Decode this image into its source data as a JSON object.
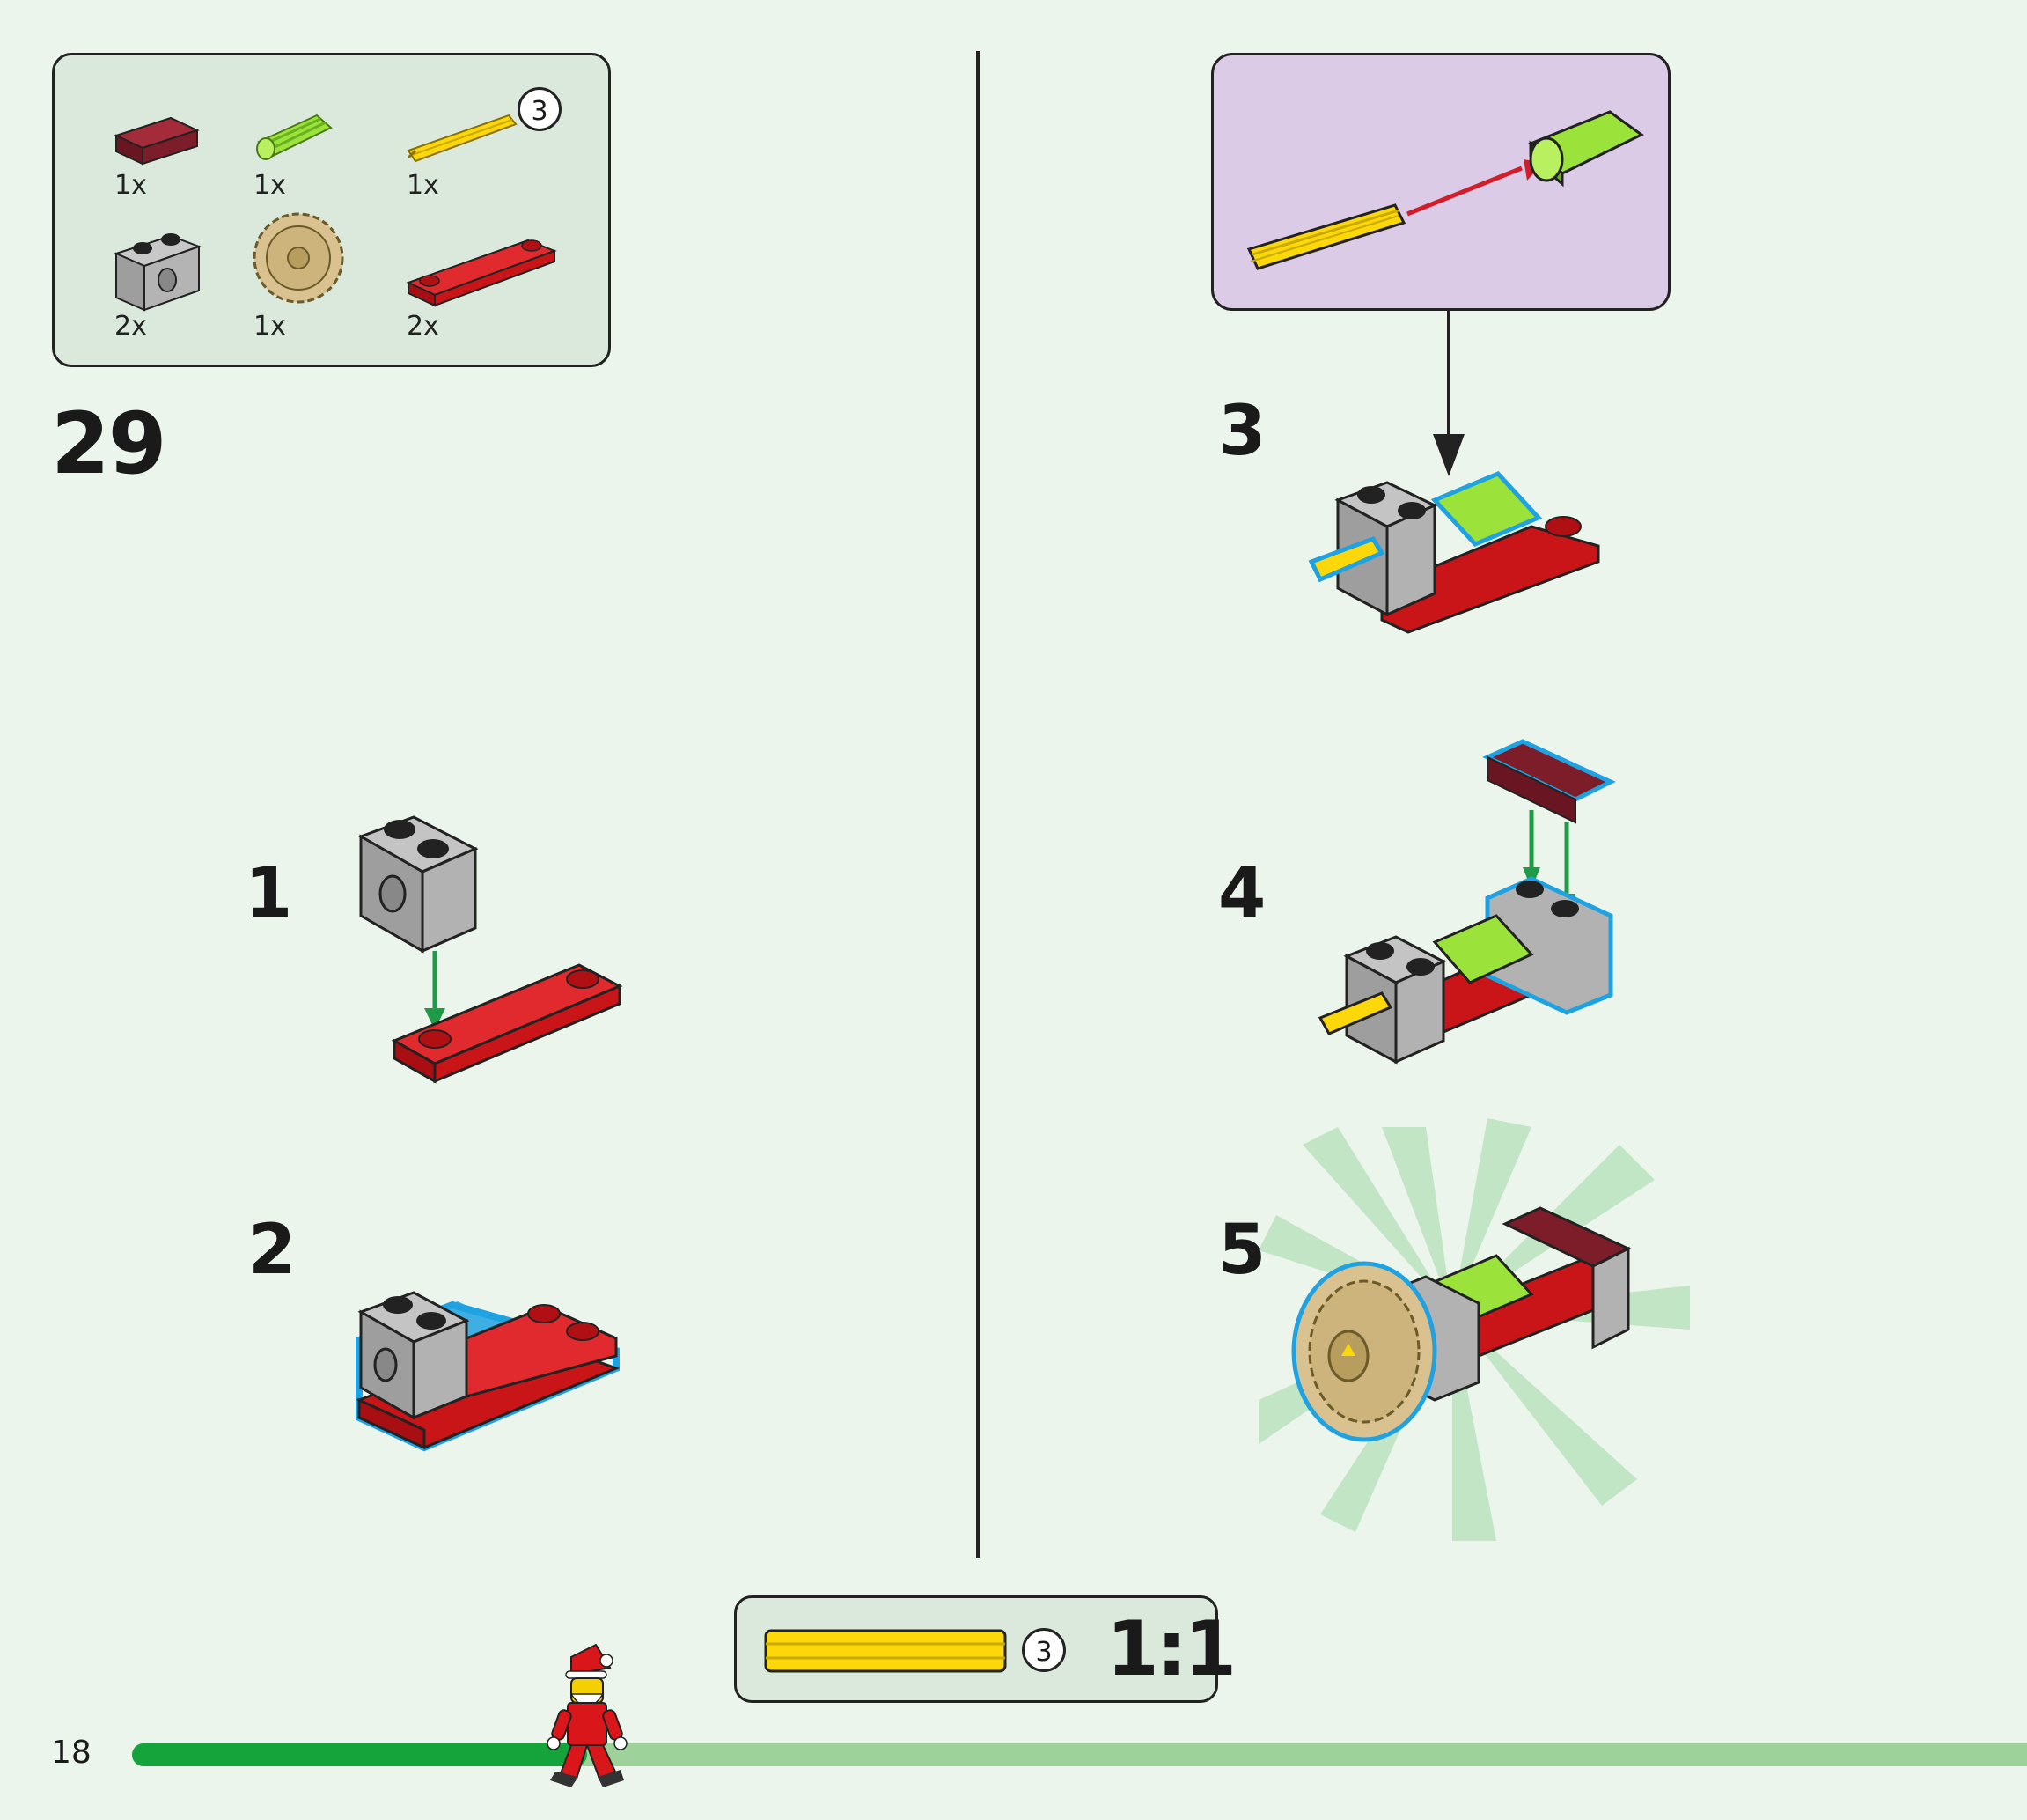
{
  "step": {
    "number": "29"
  },
  "page": {
    "number": "18"
  },
  "parts_list": {
    "items": [
      {
        "qty": "1x",
        "part": "dark-red-tile-1x2"
      },
      {
        "qty": "1x",
        "part": "lime-axle-connector"
      },
      {
        "qty": "1x",
        "part": "yellow-axle-3",
        "length": "3"
      },
      {
        "qty": "2x",
        "part": "gray-technic-brick-1x2"
      },
      {
        "qty": "1x",
        "part": "tan-gear-wheel"
      },
      {
        "qty": "2x",
        "part": "red-plate-1x4"
      }
    ]
  },
  "sub_steps": [
    {
      "label": "1"
    },
    {
      "label": "2"
    },
    {
      "label": "3"
    },
    {
      "label": "4"
    },
    {
      "label": "5"
    }
  ],
  "scale_reference": {
    "length": "3",
    "ratio": "1:1"
  },
  "progress": {
    "fraction": 0.24
  },
  "colors": {
    "background": "#ecf5ec",
    "brick_red": "#d9171b",
    "brick_gray": "#a8a8a8",
    "lime": "#9be33a",
    "yellow": "#fcd80a",
    "dark_red": "#7e1d2a",
    "tan": "#d9c28f",
    "highlight_blue": "#1fa2e2",
    "arrow_green": "#1f9a46",
    "arrow_red": "#d21d2b",
    "callout_bg": "#dccbe6",
    "progress_done": "#15a43c",
    "progress_remaining": "#9dd29b"
  }
}
